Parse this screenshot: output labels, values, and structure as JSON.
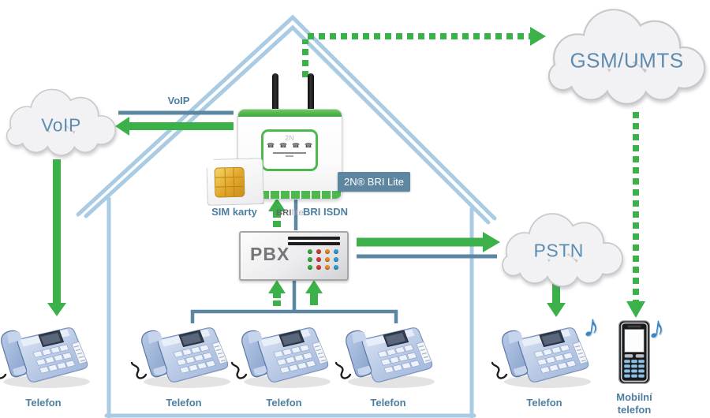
{
  "clouds": {
    "voip": "VoIP",
    "gsm": "GSM/UMTS",
    "pstn": "PSTN"
  },
  "device": {
    "badge": "2N® BRI Lite",
    "logo": "2N",
    "brand_bri": "BRI",
    "brand_lite": "lite"
  },
  "connections": {
    "voip_link": "VoIP",
    "sim_cards": "SIM karty",
    "bri_isdn": "BRI ISDN"
  },
  "pbx": {
    "label": "PBX"
  },
  "phones": [
    {
      "label": "Telefon"
    },
    {
      "label": "Telefon"
    },
    {
      "label": "Telefon"
    },
    {
      "label": "Telefon"
    },
    {
      "label": "Telefon"
    }
  ],
  "mobile": {
    "line1": "Mobilní",
    "line2": "telefon"
  },
  "icons": {
    "music_note": "♪",
    "status_phone": "☎"
  },
  "colors": {
    "green": "#3cb14a",
    "house_blue": "#a9cbe3",
    "line_blue": "#5b87a2",
    "label_blue": "#4d7fa0",
    "cloud_text": "#5d8cb0",
    "badge_bg": "#5e86a0"
  }
}
